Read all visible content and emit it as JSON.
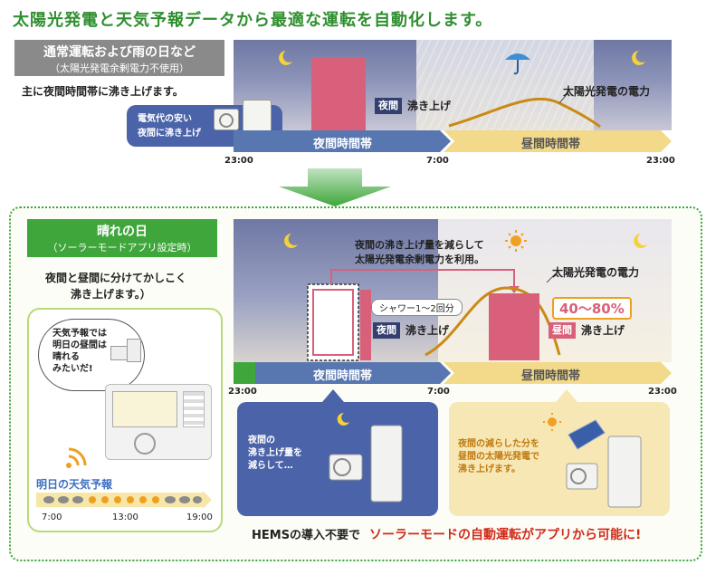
{
  "headline": "太陽光発電と天気予報データから最適な運転を自動化します。",
  "top": {
    "title_line1": "通常運転および雨の日など",
    "title_line2": "（太陽光発電余剰電力不使用）",
    "desc": "主に夜間時間帯に沸き上げます。",
    "bubble_line1": "電気代の安い",
    "bubble_line2": "夜間に沸き上げ",
    "night_tag": "夜間",
    "boil_text": "沸き上げ",
    "solar_label": "太陽光発電の電力",
    "band_night": "夜間時間帯",
    "band_day": "昼間時間帯",
    "times": [
      "23:00",
      "7:00",
      "23:00"
    ]
  },
  "bottom": {
    "title_line1": "晴れの日",
    "title_line2": "（ソーラーモードアプリ設定時）",
    "desc_line1": "夜間と昼間に分けてかしこく",
    "desc_line2": "沸き上げます。）",
    "thought_lines": [
      "天気予報では",
      "明日の昼間は",
      "晴れる",
      "みたいだ!"
    ],
    "forecast_title": "明日の天気予報",
    "forecast_times": [
      "7:00",
      "13:00",
      "19:00"
    ],
    "reduce_line1": "夜間の沸き上げ量を減らして",
    "reduce_line2": "太陽光発電余剰電力を利用。",
    "solar_label": "太陽光発電の電力",
    "shower_label": "シャワー1～2回分",
    "night_tag": "夜間",
    "boil_text": "沸き上げ",
    "day_tag": "昼間",
    "day_boil_text": "沸き上げ",
    "percent": "40～80%",
    "band_night": "夜間時間帯",
    "band_day": "昼間時間帯",
    "times": [
      "23:00",
      "7:00",
      "23:00"
    ],
    "night_box_lines": [
      "夜間の",
      "沸き上げ量を",
      "減らして…"
    ],
    "day_box_lines": [
      "夜間の減らした分を",
      "昼間の太陽光発電で",
      "沸き上げます。"
    ],
    "footer_prefix": "HEMSの導入不要で",
    "footer_highlight": "ソーラーモードの自動運転がアプリから可能に!"
  },
  "colors": {
    "headline": "#2f8f2f",
    "green": "#3ea63a",
    "pink": "#d9607a",
    "navy": "#333f6e",
    "band_night": "#5876b0",
    "band_day": "#f3d98a",
    "solar": "#c98a16",
    "red_text": "#d02b1a"
  }
}
